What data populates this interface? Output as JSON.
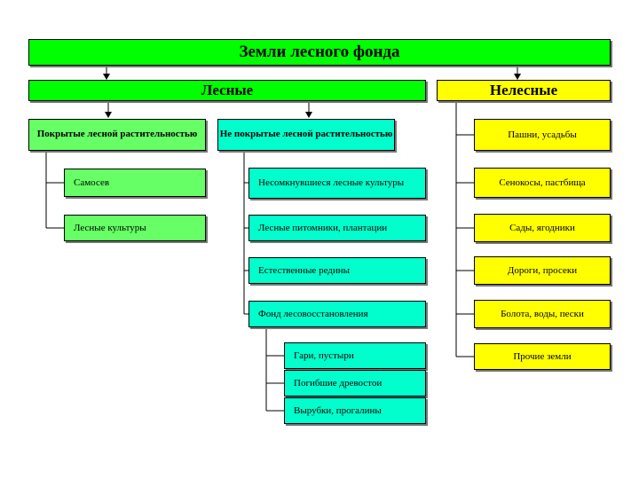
{
  "title": "Земли лесного фонда",
  "forest": {
    "label": "Лесные",
    "covered": {
      "label": "Покрытые лесной растительностью",
      "items": [
        "Самосев",
        "Лесные культуры"
      ]
    },
    "uncovered": {
      "label": "Не покрытые лесной растительностью",
      "items": [
        "Несомкнувшиеся лесные культуры",
        "Лесные питомники, плантации",
        "Естественные редины",
        "Фонд лесовосстановления"
      ],
      "reforestation_items": [
        "Гари, пустыри",
        "Погибшие древостои",
        "Вырубки, прогалины"
      ]
    }
  },
  "nonforest": {
    "label": "Нелесные",
    "items": [
      "Пашни, усадьбы",
      "Сенокосы, пастбища",
      "Сады, ягодники",
      "Дороги, просеки",
      "Болота, воды, пески",
      "Прочие земли"
    ]
  },
  "colors": {
    "title_fill": "#00ff00",
    "covered_fill": "#66ff66",
    "nonforest_fill": "#ffff00",
    "uncovered_fill": "#00ffcc"
  }
}
